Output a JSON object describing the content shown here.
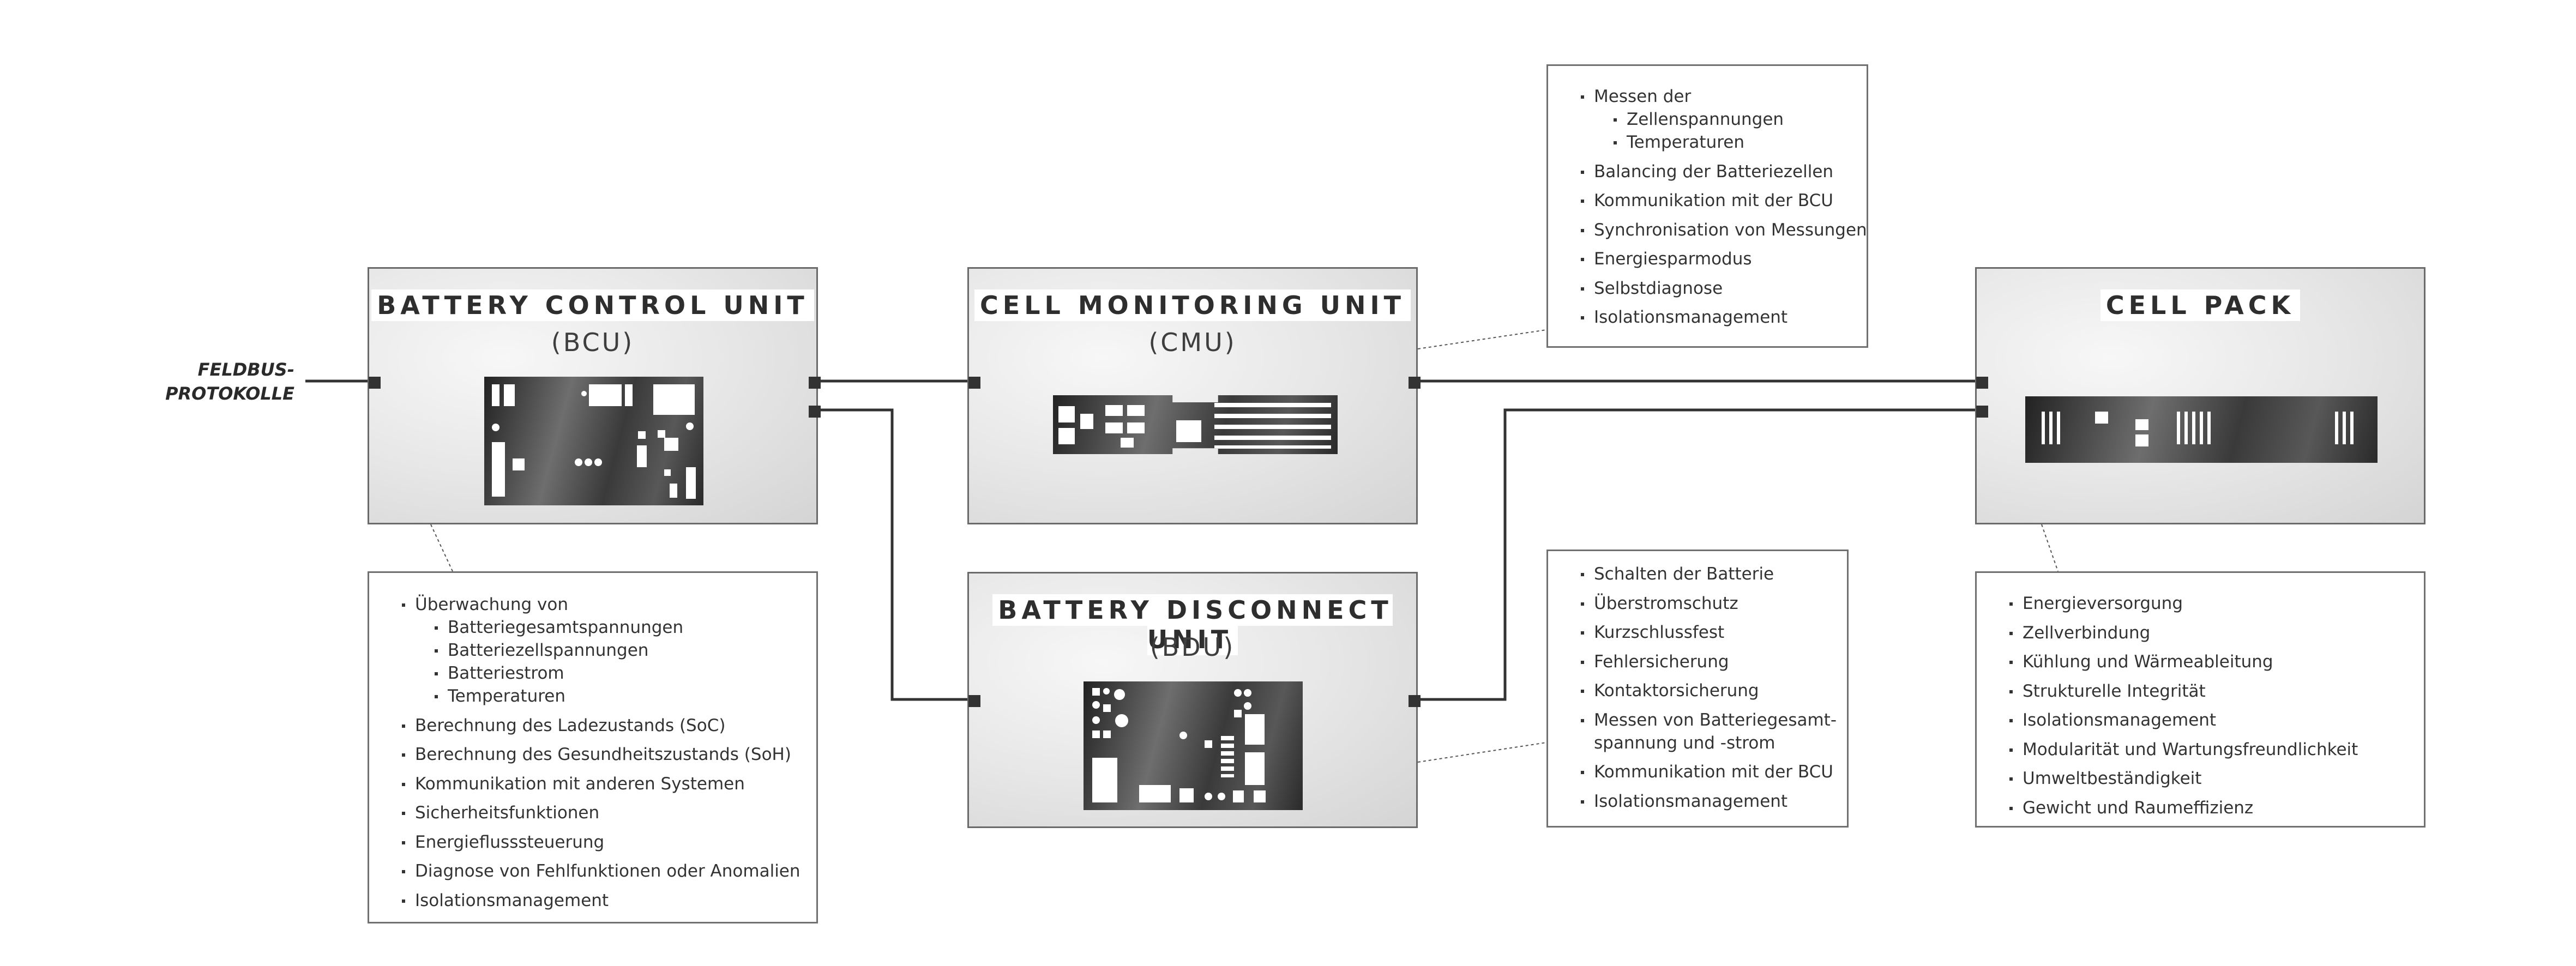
{
  "input_label": [
    "FELDBUS-",
    "PROTOKOLLE"
  ],
  "units": {
    "bcu": {
      "title": "BATTERY CONTROL UNIT",
      "abbr": "(BCU)"
    },
    "cmu": {
      "title": "CELL MONITORING UNIT",
      "abbr": "(CMU)"
    },
    "bdu": {
      "title": "BATTERY DISCONNECT UNIT",
      "abbr": "(BDU)"
    },
    "cellpack": {
      "title": "CELL PACK"
    }
  },
  "lists": {
    "cmu": [
      {
        "text": "Messen der",
        "level": 1
      },
      {
        "text": "Zellenspannungen",
        "level": 2
      },
      {
        "text": "Temperaturen",
        "level": 2
      },
      {
        "text": "Balancing der Batteriezellen",
        "level": 1
      },
      {
        "text": "Kommunikation mit der BCU",
        "level": 1
      },
      {
        "text": "Synchronisation von Messungen",
        "level": 1
      },
      {
        "text": "Energiesparmodus",
        "level": 1
      },
      {
        "text": "Selbstdiagnose",
        "level": 1
      },
      {
        "text": "Isolationsmanagement",
        "level": 1
      }
    ],
    "bcu": [
      {
        "text": "Überwachung von",
        "level": 1
      },
      {
        "text": "Batteriegesamtspannungen",
        "level": 2
      },
      {
        "text": "Batteriezellspannungen",
        "level": 2
      },
      {
        "text": "Batteriestrom",
        "level": 2
      },
      {
        "text": "Temperaturen",
        "level": 2
      },
      {
        "text": "Berechnung des Ladezustands (SoC)",
        "level": 1
      },
      {
        "text": "Berechnung des Gesundheitszustands (SoH)",
        "level": 1
      },
      {
        "text": "Kommunikation mit anderen Systemen",
        "level": 1
      },
      {
        "text": "Sicherheitsfunktionen",
        "level": 1
      },
      {
        "text": "Energieflusssteuerung",
        "level": 1
      },
      {
        "text": "Diagnose von Fehlfunktionen oder Anomalien",
        "level": 1
      },
      {
        "text": "Isolationsmanagement",
        "level": 1
      }
    ],
    "bdu": [
      {
        "text": "Schalten der Batterie",
        "level": 1
      },
      {
        "text": "Überstromschutz",
        "level": 1
      },
      {
        "text": "Kurzschlussfest",
        "level": 1
      },
      {
        "text": "Fehlersicherung",
        "level": 1
      },
      {
        "text": "Kontaktorsicherung",
        "level": 1
      },
      {
        "text": "Messen von Batteriegesamt-",
        "level": 1
      },
      {
        "text": "spannung und -strom",
        "level": 0
      },
      {
        "text": "Kommunikation mit der BCU",
        "level": 1
      },
      {
        "text": "Isolationsmanagement",
        "level": 1
      }
    ],
    "cellpack": [
      {
        "text": "Energieversorgung",
        "level": 1
      },
      {
        "text": "Zellverbindung",
        "level": 1
      },
      {
        "text": "Kühlung und Wärmeableitung",
        "level": 1
      },
      {
        "text": "Strukturelle Integrität",
        "level": 1
      },
      {
        "text": "Isolationsmanagement",
        "level": 1
      },
      {
        "text": "Modularität und Wartungsfreundlichkeit",
        "level": 1
      },
      {
        "text": "Umweltbeständigkeit",
        "level": 1
      },
      {
        "text": "Gewicht und Raumeffizienz",
        "level": 1
      }
    ]
  },
  "colors": {
    "wire": "#333333",
    "border": "#6a6a6a",
    "callout": "#555555"
  }
}
